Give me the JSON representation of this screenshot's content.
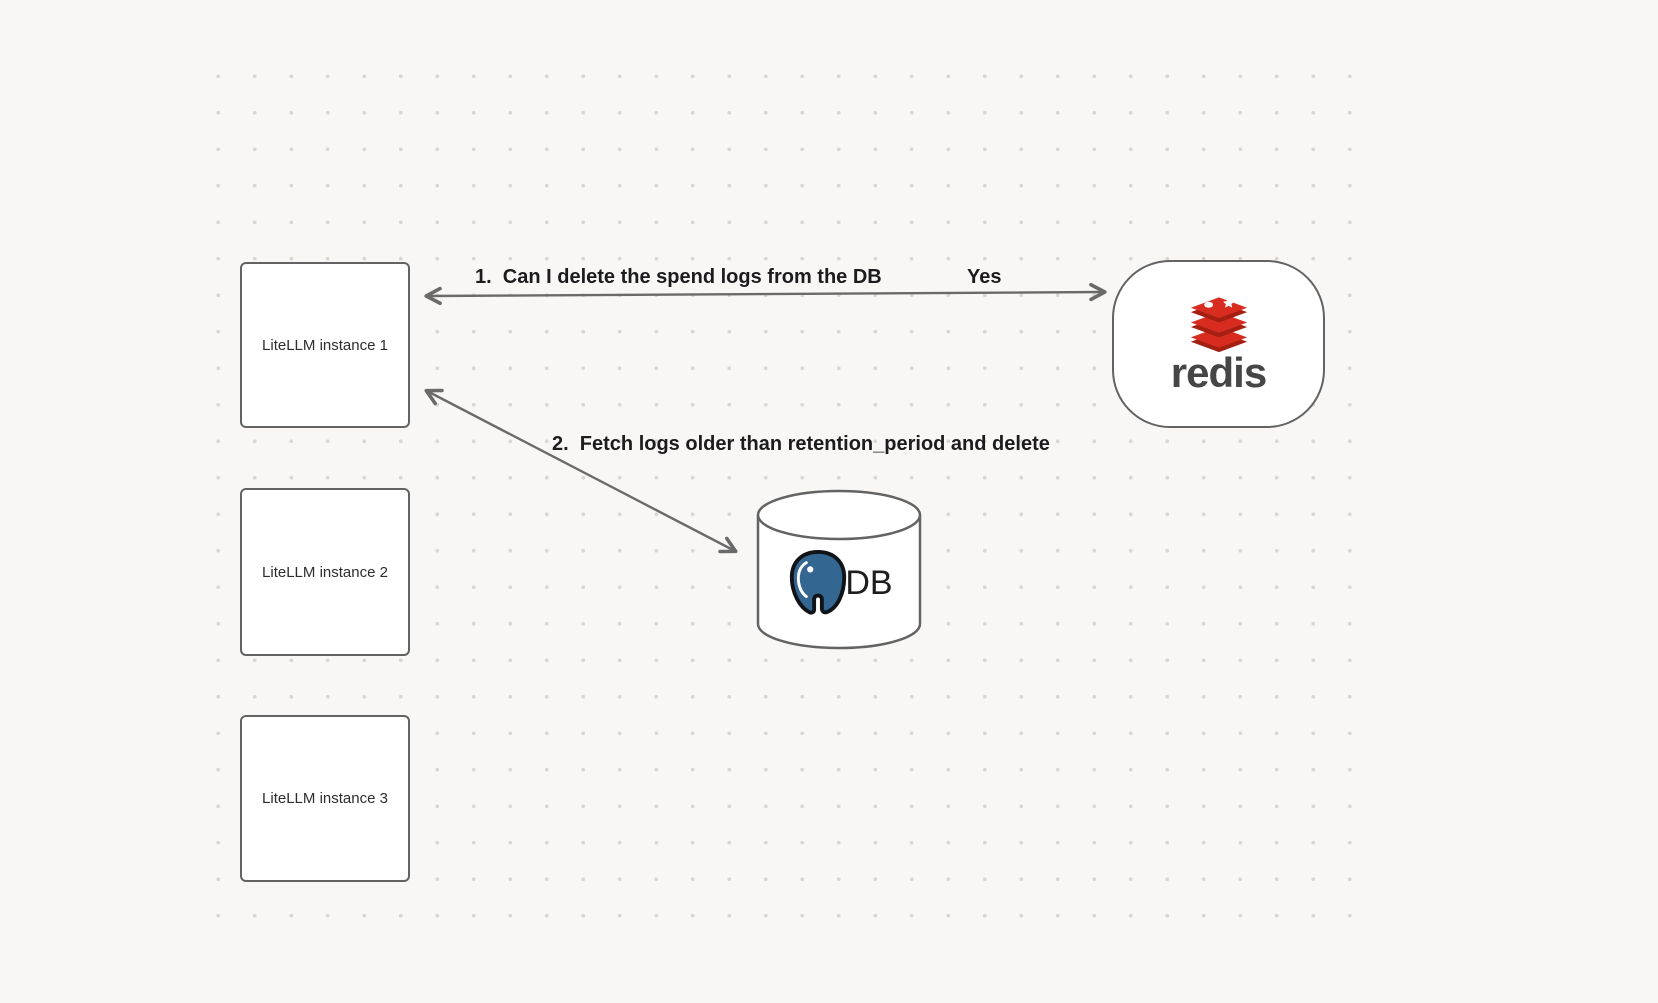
{
  "canvas": {
    "background": "#f8f7f5",
    "dot_color": "#d9d7d2"
  },
  "nodes": {
    "litellm_instance_1": {
      "label": "LiteLLM instance 1"
    },
    "litellm_instance_2": {
      "label": "LiteLLM instance 2"
    },
    "litellm_instance_3": {
      "label": "LiteLLM instance 3"
    },
    "redis": {
      "label": "redis"
    },
    "db": {
      "label": "DB"
    }
  },
  "edges": {
    "edge_1": {
      "label": "1.  Can I delete the spend logs from the DB",
      "reply": "Yes"
    },
    "edge_2": {
      "label": "2.  Fetch logs older than retention_period and delete"
    }
  },
  "colors": {
    "arrow": "#6a6a6a",
    "node_border": "#636363",
    "label_text": "#1c1c1e",
    "redis_red": "#d82c20",
    "redis_dark_red": "#a41e11",
    "redis_wordmark": "#464646",
    "postgres_blue": "#336791"
  },
  "icons": {
    "redis_logo": "redis-stack-logo",
    "db_icon": "postgresql-elephant",
    "db_shape": "database-cylinder"
  }
}
